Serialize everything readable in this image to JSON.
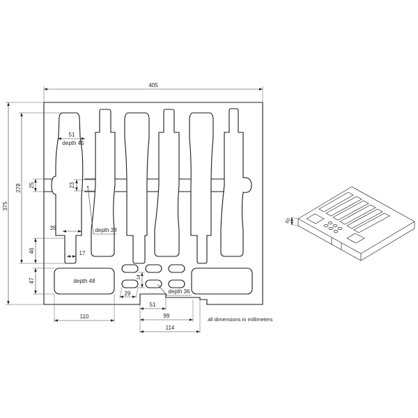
{
  "drawing": {
    "units_note": "all dimensions in millimeters",
    "overall": {
      "width_label": "405",
      "height_label": "375",
      "inner_height_label": "278"
    },
    "left_dims": {
      "d25": "25",
      "d46": "46",
      "d47": "47"
    },
    "tool1": {
      "width_label": "51",
      "depth_label": "depth 45",
      "neck_label": "23",
      "shoulder_label": "35",
      "tip_label": "17"
    },
    "tool2": {
      "depth_label": "depth 38"
    },
    "left_pocket": {
      "depth_label": "depth 48",
      "width_label": "110"
    },
    "slots": {
      "height_label": "14",
      "width_label": "29",
      "depth_label": "depth 36"
    },
    "bottom_notch": {
      "d51": "51",
      "d99": "99",
      "d114": "114"
    },
    "iso_view": {
      "thickness_label": "60"
    }
  }
}
